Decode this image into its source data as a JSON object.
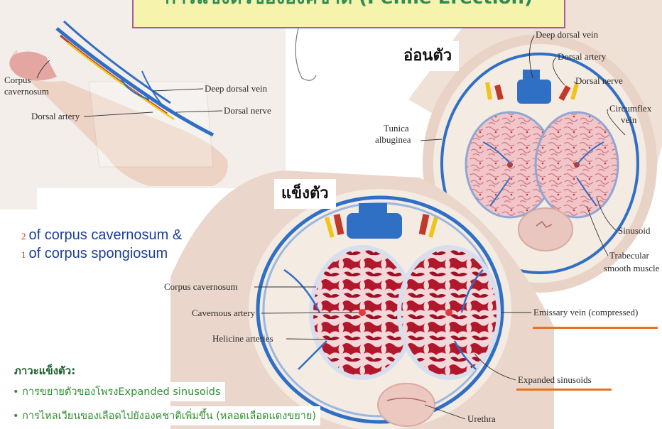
{
  "title": "การแข็งตัวขององคชาติ (Penile Erection)",
  "states": {
    "flaccid": "อ่อนตัว",
    "erect": "แข็งตัว"
  },
  "counts": {
    "cavernosum": {
      "num": "2",
      "text": "of corpus cavernosum &"
    },
    "spongiosum": {
      "num": "1",
      "text": "of corpus spongiosum"
    }
  },
  "labels": {
    "left": {
      "corpus_cavernosum": [
        "Corpus",
        "cavernosum"
      ],
      "deep_dorsal_vein": "Deep dorsal vein",
      "dorsal_nerve": "Dorsal nerve",
      "dorsal_artery": "Dorsal artery"
    },
    "flaccid": {
      "deep_dorsal_vein": "Deep dorsal vein",
      "dorsal_artery": "Dorsal artery",
      "dorsal_nerve": "Dorsal nerve",
      "circumflex_vein": [
        "Circumflex",
        "vein"
      ],
      "tunica_albuginea": [
        "Tunica",
        "albuginea"
      ],
      "sinusoid": "Sinusoid",
      "trabecular": [
        "Trabecular",
        "smooth muscle"
      ]
    },
    "erect": {
      "corpus_cavernosum": "Corpus cavernosum",
      "cavernous_artery": "Cavernous artery",
      "helicine_arteries": "Helicine arteries",
      "emissary_vein": "Emissary vein (compressed)",
      "expanded_sinusoids": "Expanded sinusoids",
      "urethra": "Urethra"
    }
  },
  "notes": {
    "heading": "ภาวะแข็งตัว:",
    "items": [
      "• การขยายตัวของโพรงExpanded sinusoids",
      "• การไหลเวียนของเลือดไปยังองคชาติเพิ่มขึ้น (หลอดเลือดแดงขยาย)"
    ]
  },
  "colors": {
    "title_bg": "#f6f3ad",
    "title_border": "#a25aa8",
    "title_text": "#2e8b57",
    "count_text": "#1d3f9a",
    "note_text": "#2f8f2f",
    "underline": "#e8731f",
    "vein": "#2f6fc4",
    "artery": "#c0392b",
    "nerve": "#f0c419"
  }
}
